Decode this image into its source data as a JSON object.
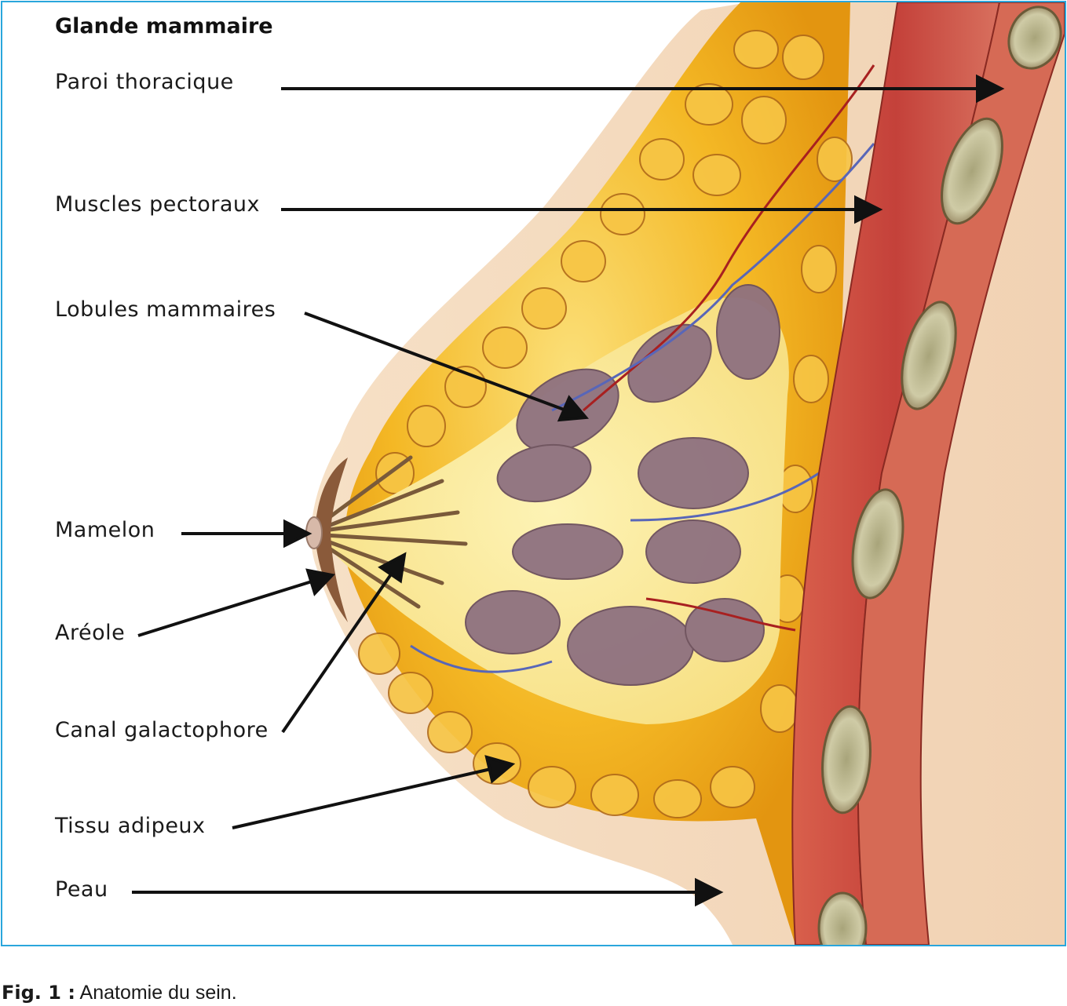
{
  "title": "Glande mammaire",
  "labels": {
    "chest_wall": "Paroi thoracique",
    "pectoral_muscles": "Muscles pectoraux",
    "lobules": "Lobules mammaires",
    "nipple": "Mamelon",
    "areola": "Aréole",
    "milk_duct": "Canal galactophore",
    "fatty_tissue": "Tissu adipeux",
    "skin": "Peau"
  },
  "caption": {
    "prefix": "Fig. 1 :",
    "text": "Anatomie du sein."
  },
  "colors": {
    "frame": "#2aa6dc",
    "skin": "#f3d9bd",
    "fat": "#f2b21e",
    "muscle": "#c9493a",
    "lobule": "#8c6f7c",
    "arrow": "#111111"
  }
}
